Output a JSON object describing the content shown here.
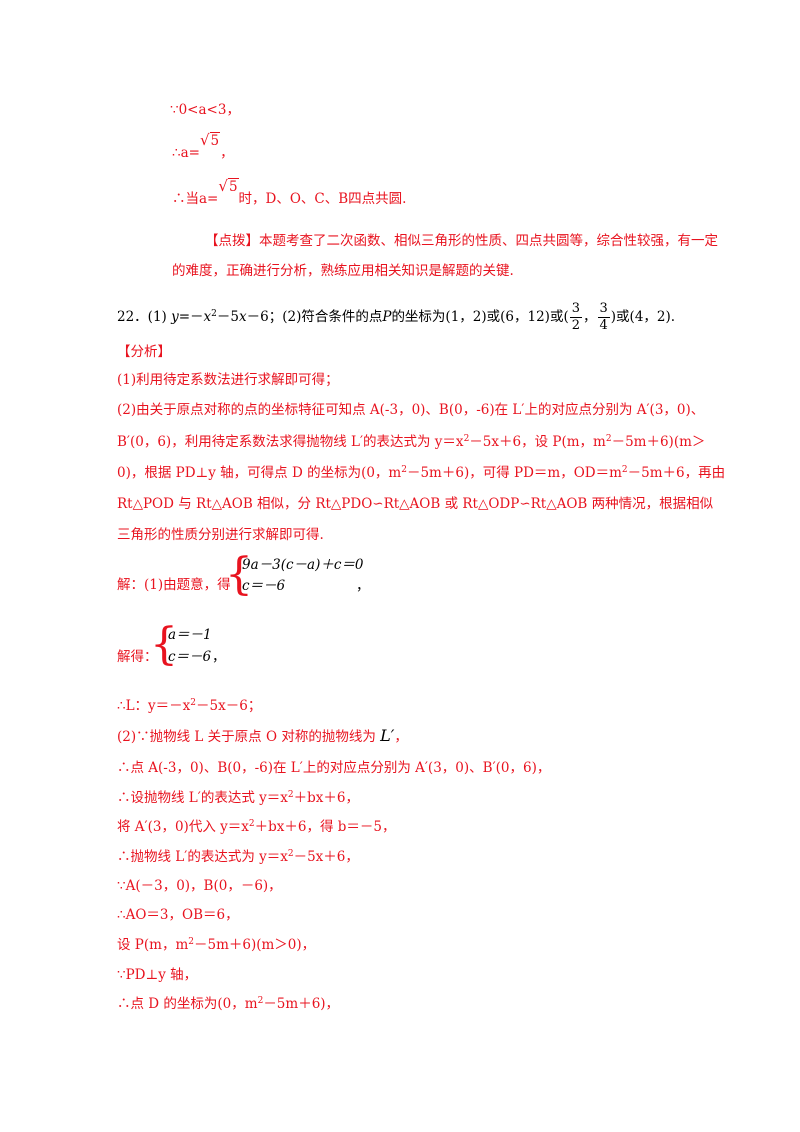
{
  "lines": {
    "l1": "∵0<a<3，",
    "l2_pre": "∴a=",
    "l2_rad": "5",
    "l2_post": "，",
    "l3_pre": "∴当a=",
    "l3_rad": "5",
    "l3_post": "时，D、O、C、B四点共圆.",
    "tip_1": "【点拨】本题考查了二次函数、相似三角形的性质、四点共圆等，综合性较强，有一定",
    "tip_2": "的难度，正确进行分析，熟练应用相关知识是解题的关键.",
    "ans_a": "22．(1) ",
    "ans_b": "y",
    "ans_c": "=－",
    "ans_d": "x",
    "ans_e": "2",
    "ans_f": "－5",
    "ans_g": "x",
    "ans_h": "－6；(2)符合条件的点",
    "ans_i": "P",
    "ans_j": "的坐标为(1，2)或(6，12)或(",
    "ans_frac1_num": "3",
    "ans_frac1_den": "2",
    "ans_k": "，",
    "ans_frac2_num": "3",
    "ans_frac2_den": "4",
    "ans_l": ")或(4，2).",
    "fx": "【分析】",
    "fx1": "(1)利用待定系数法进行求解即可得；",
    "fx2": "(2)由关于原点对称的点的坐标特征可知点 A(-3，0)、B(0，-6)在 L′上的对应点分别为 A′(3，0)、",
    "fx3a": "B′(0，6)，利用待定系数法求得抛物线 L′的表达式为 y＝x",
    "fx3b": "2",
    "fx3c": "－5x＋6，设 P(m，m",
    "fx3d": "2",
    "fx3e": "－5m＋6)(m＞",
    "fx4a": "0)，根据 PD⊥y 轴，可得点 D 的坐标为(0，m",
    "fx4b": "2",
    "fx4c": "－5m＋6)，可得 PD＝m，OD＝m",
    "fx4d": "2",
    "fx4e": "－5m＋6，再由",
    "fx5": "Rt△POD 与 Rt△AOB 相似，分 Rt△PDO∽Rt△AOB 或 Rt△ODP∽Rt△AOB 两种情况，根据相似",
    "fx6": "三角形的性质分别进行求解即可得.",
    "s1": "解：(1)由题意，得",
    "s1_eq1": "9a－3(c－a)＋c＝0",
    "s1_eq2": "c＝－6",
    "s1_end": "，",
    "s2": "解得：",
    "s2_eq1": "a＝－1",
    "s2_eq2": "c＝－6",
    "s2_end": "，",
    "s3a": "∴L：y＝－x",
    "s3b": "2",
    "s3c": "－5x－6；",
    "s4a": "(2)∵抛物线 L 关于原点 O 对称的抛物线为 ",
    "s4b": "L′",
    "s4c": "，",
    "s5": "∴点 A(-3，0)、B(0，-6)在 L′上的对应点分别为 A′(3，0)、B′(0，6)，",
    "s6a": "∴设抛物线 L′的表达式 y＝x",
    "s6b": "2",
    "s6c": "＋bx＋6，",
    "s7a": "将 A′(3，0)代入 y＝x",
    "s7b": "2",
    "s7c": "＋bx＋6，得 b＝－5，",
    "s8a": "∴抛物线 L′的表达式为 y＝x",
    "s8b": "2",
    "s8c": "－5x＋6，",
    "s9": "∵A(－3，0)，B(0，－6)，",
    "s10": "∴AO＝3，OB＝6，",
    "s11a": "设 P(m，m",
    "s11b": "2",
    "s11c": "－5m＋6)(m＞0)，",
    "s12": "∵PD⊥y 轴，",
    "s13a": "∴点 D 的坐标为(0，m",
    "s13b": "2",
    "s13c": "－5m＋6)，"
  }
}
